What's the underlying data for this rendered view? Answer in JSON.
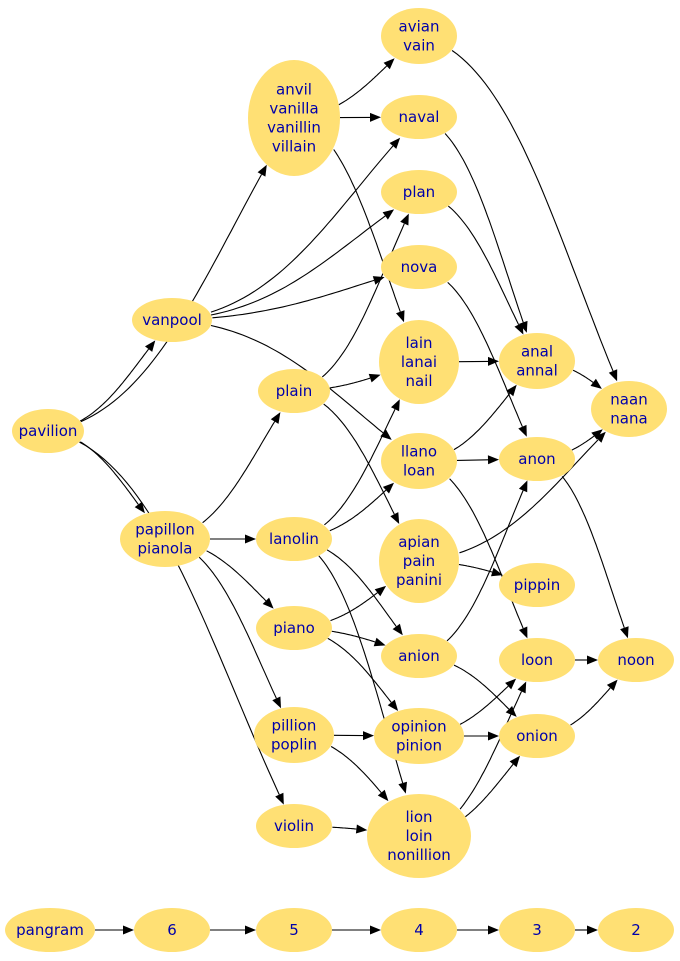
{
  "nodes": [
    {
      "id": "pavilion",
      "lines": [
        "pavilion"
      ]
    },
    {
      "id": "anvil",
      "lines": [
        "anvil",
        "vanilla",
        "vanillin",
        "villain"
      ]
    },
    {
      "id": "avian",
      "lines": [
        "avian",
        "vain"
      ]
    },
    {
      "id": "naval",
      "lines": [
        "naval"
      ]
    },
    {
      "id": "plan",
      "lines": [
        "plan"
      ]
    },
    {
      "id": "nova",
      "lines": [
        "nova"
      ]
    },
    {
      "id": "vanpool",
      "lines": [
        "vanpool"
      ]
    },
    {
      "id": "lain",
      "lines": [
        "lain",
        "lanai",
        "nail"
      ]
    },
    {
      "id": "anal",
      "lines": [
        "anal",
        "annal"
      ]
    },
    {
      "id": "naan",
      "lines": [
        "naan",
        "nana"
      ]
    },
    {
      "id": "plain",
      "lines": [
        "plain"
      ]
    },
    {
      "id": "llano",
      "lines": [
        "llano",
        "loan"
      ]
    },
    {
      "id": "anon",
      "lines": [
        "anon"
      ]
    },
    {
      "id": "papillon",
      "lines": [
        "papillon",
        "pianola"
      ]
    },
    {
      "id": "lanolin",
      "lines": [
        "lanolin"
      ]
    },
    {
      "id": "apian",
      "lines": [
        "apian",
        "pain",
        "panini"
      ]
    },
    {
      "id": "pippin",
      "lines": [
        "pippin"
      ]
    },
    {
      "id": "piano",
      "lines": [
        "piano"
      ]
    },
    {
      "id": "anion",
      "lines": [
        "anion"
      ]
    },
    {
      "id": "loon",
      "lines": [
        "loon"
      ]
    },
    {
      "id": "noon",
      "lines": [
        "noon"
      ]
    },
    {
      "id": "pillion",
      "lines": [
        "pillion",
        "poplin"
      ]
    },
    {
      "id": "opinion",
      "lines": [
        "opinion",
        "pinion"
      ]
    },
    {
      "id": "onion",
      "lines": [
        "onion"
      ]
    },
    {
      "id": "violin",
      "lines": [
        "violin"
      ]
    },
    {
      "id": "lion",
      "lines": [
        "lion",
        "loin",
        "nonillion"
      ]
    },
    {
      "id": "pangram",
      "lines": [
        "pangram"
      ]
    },
    {
      "id": "r6",
      "lines": [
        "6"
      ]
    },
    {
      "id": "r5",
      "lines": [
        "5"
      ]
    },
    {
      "id": "r4",
      "lines": [
        "4"
      ]
    },
    {
      "id": "r3",
      "lines": [
        "3"
      ]
    },
    {
      "id": "r2",
      "lines": [
        "2"
      ]
    }
  ],
  "edges": [
    {
      "from": "pavilion",
      "to": "anvil"
    },
    {
      "from": "pavilion",
      "to": "vanpool"
    },
    {
      "from": "pavilion",
      "to": "papillon"
    },
    {
      "from": "pavilion",
      "to": "violin"
    },
    {
      "from": "anvil",
      "to": "avian"
    },
    {
      "from": "anvil",
      "to": "naval"
    },
    {
      "from": "anvil",
      "to": "lain"
    },
    {
      "from": "vanpool",
      "to": "naval"
    },
    {
      "from": "vanpool",
      "to": "plan"
    },
    {
      "from": "vanpool",
      "to": "nova"
    },
    {
      "from": "vanpool",
      "to": "llano"
    },
    {
      "from": "avian",
      "to": "naan"
    },
    {
      "from": "naval",
      "to": "anal"
    },
    {
      "from": "plan",
      "to": "anal"
    },
    {
      "from": "nova",
      "to": "anon"
    },
    {
      "from": "lain",
      "to": "anal"
    },
    {
      "from": "anal",
      "to": "naan"
    },
    {
      "from": "plain",
      "to": "plan"
    },
    {
      "from": "plain",
      "to": "lain"
    },
    {
      "from": "plain",
      "to": "apian"
    },
    {
      "from": "llano",
      "to": "anal"
    },
    {
      "from": "llano",
      "to": "anon"
    },
    {
      "from": "llano",
      "to": "loon"
    },
    {
      "from": "anon",
      "to": "naan"
    },
    {
      "from": "anon",
      "to": "noon"
    },
    {
      "from": "papillon",
      "to": "plain"
    },
    {
      "from": "papillon",
      "to": "lanolin"
    },
    {
      "from": "papillon",
      "to": "piano"
    },
    {
      "from": "papillon",
      "to": "pillion"
    },
    {
      "from": "lanolin",
      "to": "lain"
    },
    {
      "from": "lanolin",
      "to": "llano"
    },
    {
      "from": "lanolin",
      "to": "anion"
    },
    {
      "from": "lanolin",
      "to": "lion"
    },
    {
      "from": "apian",
      "to": "naan"
    },
    {
      "from": "apian",
      "to": "pippin"
    },
    {
      "from": "piano",
      "to": "apian"
    },
    {
      "from": "piano",
      "to": "anion"
    },
    {
      "from": "piano",
      "to": "opinion"
    },
    {
      "from": "anion",
      "to": "anon"
    },
    {
      "from": "anion",
      "to": "onion"
    },
    {
      "from": "loon",
      "to": "noon"
    },
    {
      "from": "pillion",
      "to": "opinion"
    },
    {
      "from": "pillion",
      "to": "lion"
    },
    {
      "from": "opinion",
      "to": "loon"
    },
    {
      "from": "opinion",
      "to": "onion"
    },
    {
      "from": "onion",
      "to": "noon"
    },
    {
      "from": "violin",
      "to": "lion"
    },
    {
      "from": "lion",
      "to": "loon"
    },
    {
      "from": "lion",
      "to": "onion"
    },
    {
      "from": "pangram",
      "to": "r6"
    },
    {
      "from": "r6",
      "to": "r5"
    },
    {
      "from": "r5",
      "to": "r4"
    },
    {
      "from": "r4",
      "to": "r3"
    },
    {
      "from": "r3",
      "to": "r2"
    }
  ]
}
